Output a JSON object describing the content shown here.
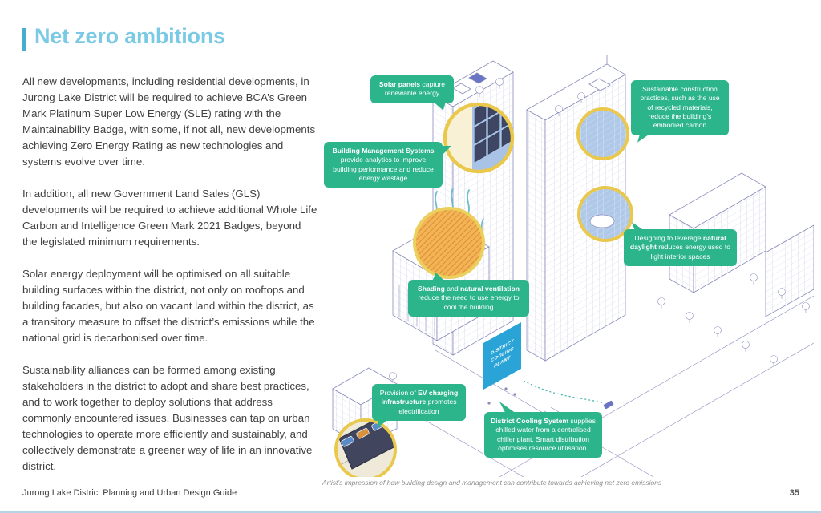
{
  "page": {
    "title": "Net zero ambitions",
    "footer_left": "Jurong Lake District Planning and Urban Design Guide",
    "page_number": "35",
    "caption": "Artist’s impression of how building design and management can contribute towards achieving net zero emissions"
  },
  "article": {
    "paragraphs": [
      "All new developments, including residential developments, in Jurong Lake District will be required to achieve BCA’s Green Mark Platinum Super Low Energy (SLE) rating with the Maintainability Badge, with some, if not all, new developments achieving Zero Energy Rating as new technologies and systems evolve over time.",
      "In addition, all new Government Land Sales (GLS) developments will be required to achieve additional Whole Life Carbon and Intelligence Green Mark 2021 Badges, beyond the legislated minimum requirements.",
      "Solar energy deployment will be optimised on all suitable building surfaces within the district, not only on rooftops and building facades, but also on vacant land within the district, as a transitory measure to offset the district’s emissions while the national grid is decarbonised over time.",
      "Sustainability alliances can be formed among existing stakeholders in the district to adopt and share best practices, and to work together to deploy solutions that address commonly encountered issues. Businesses can tap on urban technologies to operate more efficiently and sustainably, and collectively demonstrate a greener way of life in an innovative district."
    ]
  },
  "illustration": {
    "plant_label": "DISTRICT\nCOOLING\nPLANT",
    "callouts": [
      {
        "id": "solar-panels",
        "segments": [
          {
            "text": "Solar panels",
            "bold": true
          },
          {
            "text": " capture renewable energy",
            "bold": false
          }
        ]
      },
      {
        "id": "building-management-systems",
        "segments": [
          {
            "text": "Building Management Systems",
            "bold": true
          },
          {
            "text": " provide analytics to improve building performance and reduce energy wastage",
            "bold": false
          }
        ]
      },
      {
        "id": "sustainable-construction",
        "segments": [
          {
            "text": "Sustainable construction practices, such as the use of recycled materials, reduce the building’s embodied carbon",
            "bold": false
          }
        ]
      },
      {
        "id": "natural-daylight",
        "segments": [
          {
            "text": "Designing to leverage ",
            "bold": false
          },
          {
            "text": "natural daylight",
            "bold": true
          },
          {
            "text": " reduces energy used to light interior spaces",
            "bold": false
          }
        ]
      },
      {
        "id": "shading-ventilation",
        "segments": [
          {
            "text": "Shading",
            "bold": true
          },
          {
            "text": " and ",
            "bold": false
          },
          {
            "text": "natural ventilation",
            "bold": true
          },
          {
            "text": " reduce the need to use energy to cool the building",
            "bold": false
          }
        ]
      },
      {
        "id": "ev-charging",
        "segments": [
          {
            "text": "Provision of ",
            "bold": false
          },
          {
            "text": "EV charging infrastructure",
            "bold": true
          },
          {
            "text": " promotes electrification",
            "bold": false
          }
        ]
      },
      {
        "id": "district-cooling",
        "segments": [
          {
            "text": "District Cooling System",
            "bold": true
          },
          {
            "text": " supplies chilled water from a centralised chiller plant. Smart distribution optimises resource utilisation.",
            "bold": false
          }
        ]
      }
    ]
  },
  "colors": {
    "accent_green": "#2cb48a",
    "title_blue": "#7ac9e5",
    "title_bar": "#46adcf",
    "line_art": "#8a8dbb",
    "plant_blue": "#2aa4d6",
    "highlight_yellow": "#e9c84b"
  }
}
